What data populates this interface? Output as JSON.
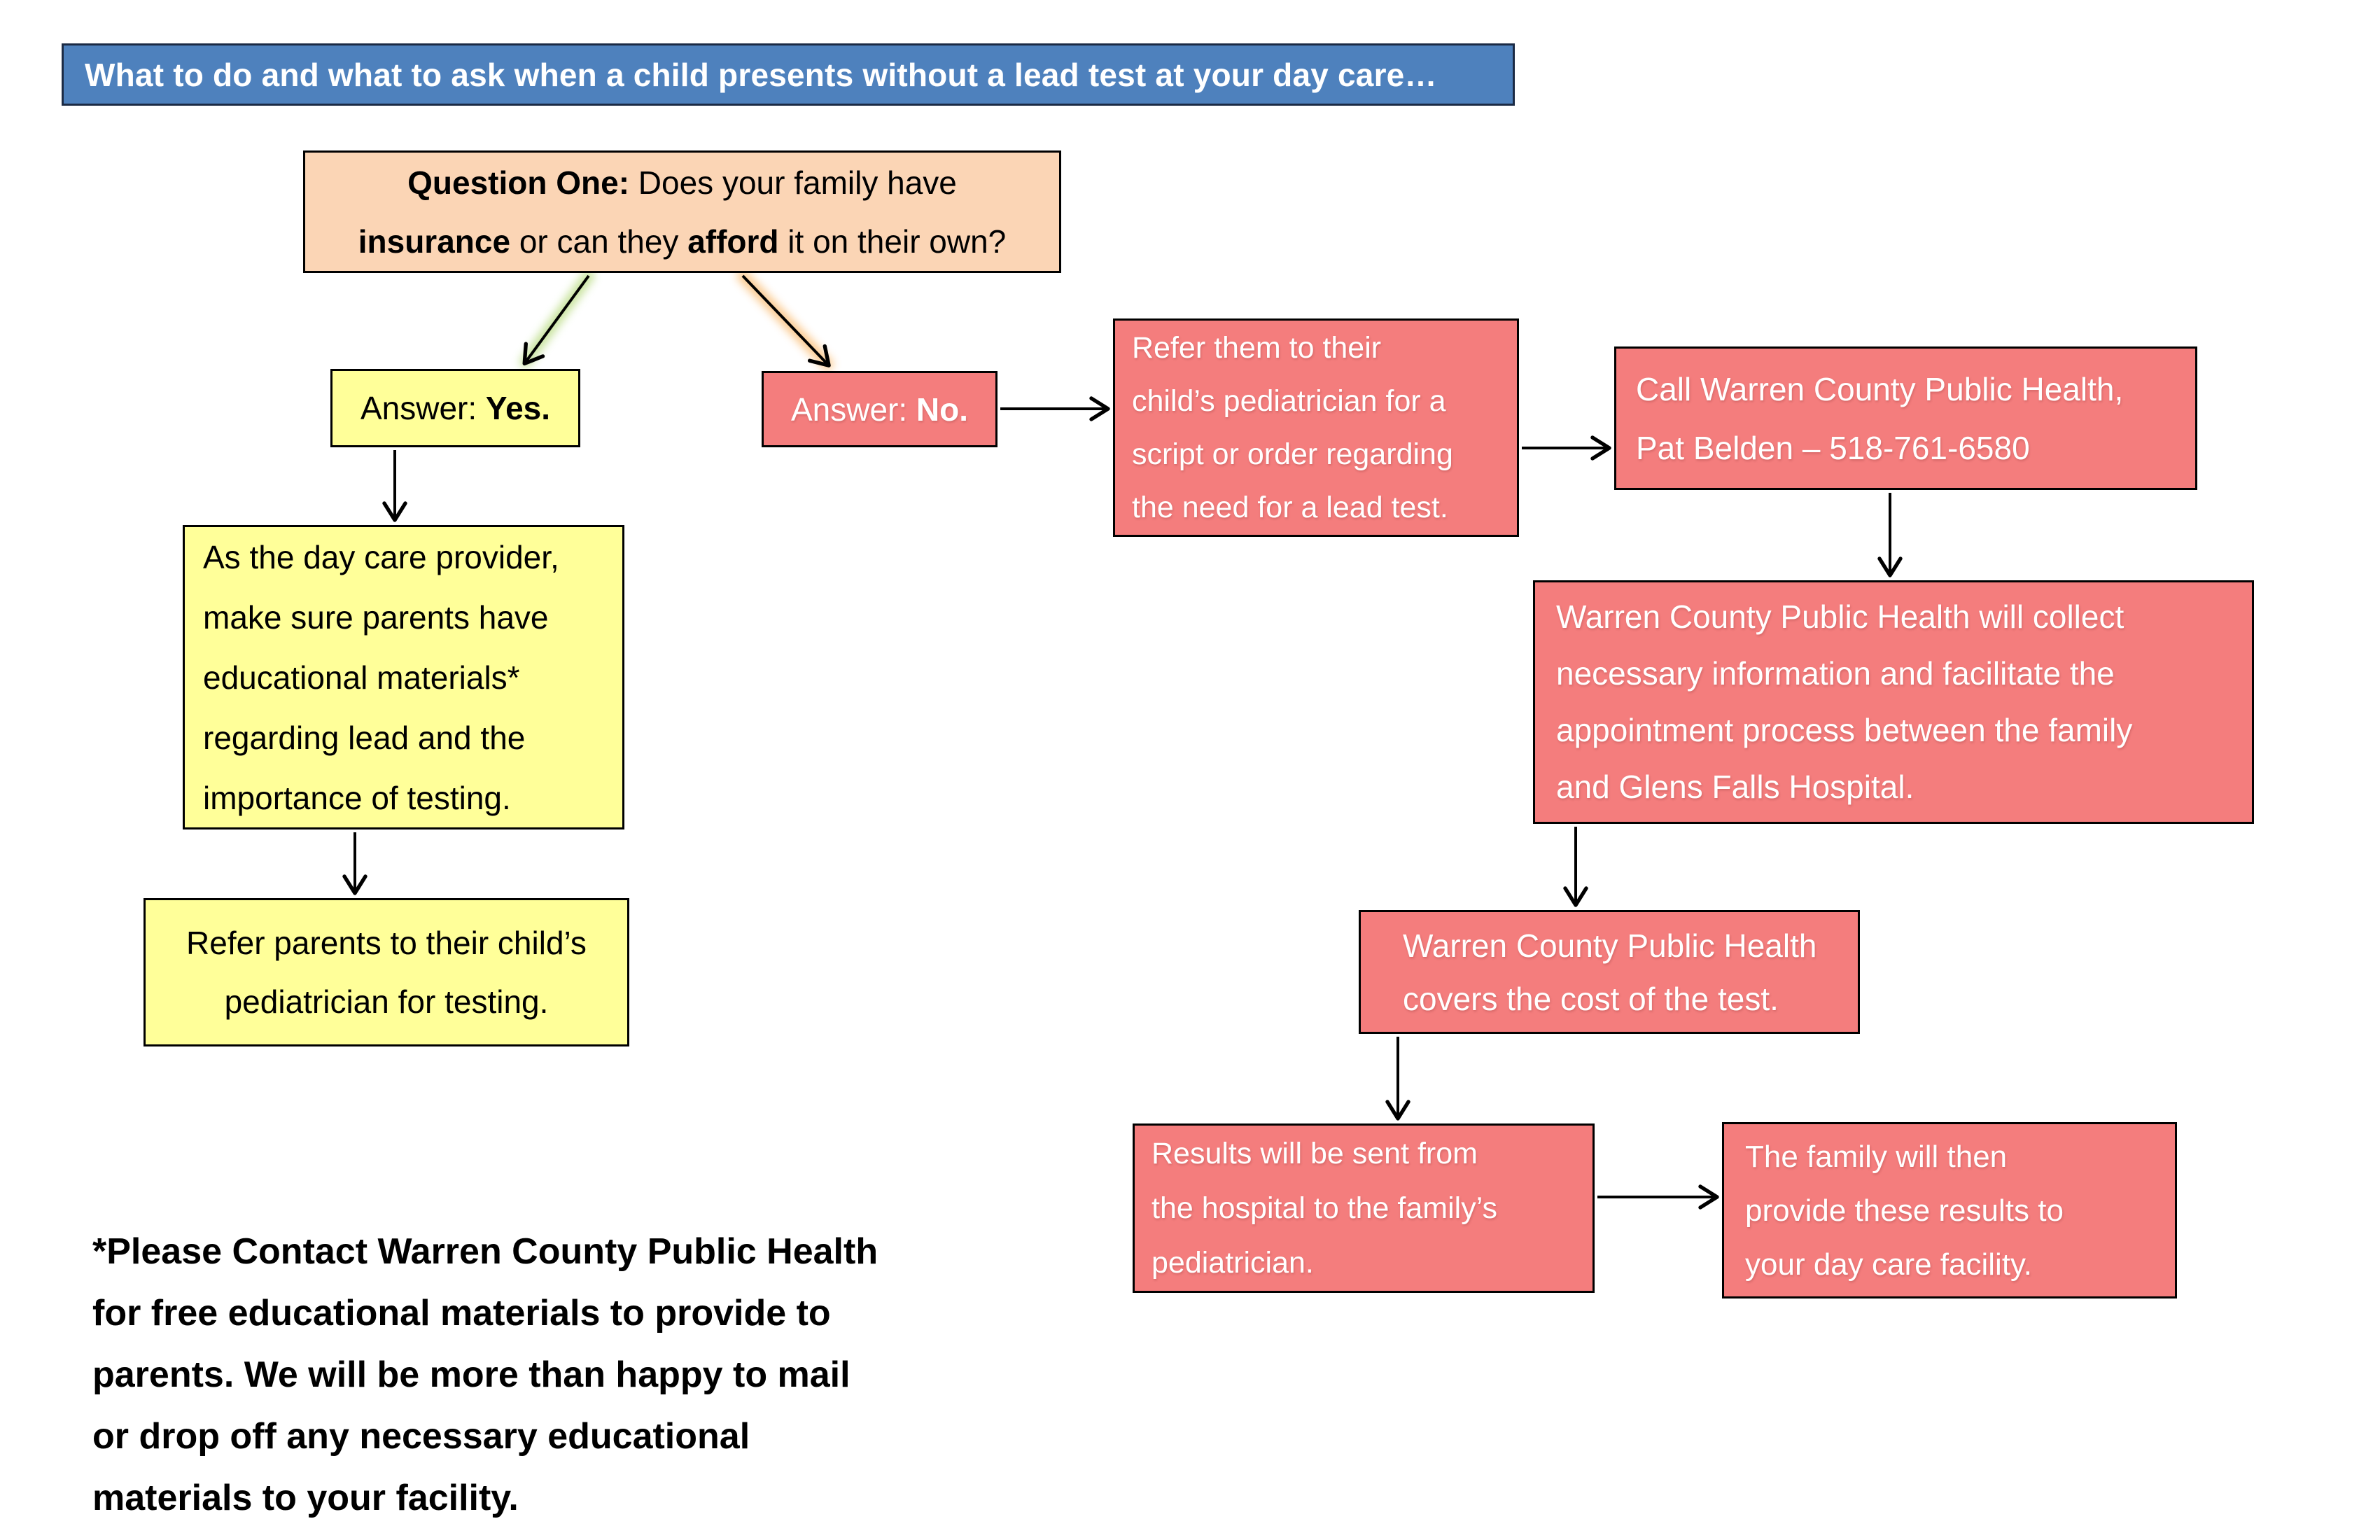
{
  "palette": {
    "title_bar_bg": "#4e81bd",
    "title_bar_border": "#1b2a44",
    "peach_bg": "#fbd5b5",
    "yellow_bg": "#ffff99",
    "salmon_bg": "#f47d7d",
    "box_border": "#000000",
    "text_dark": "#000000",
    "text_light": "#ffffff",
    "green_glow": "#c6e29a",
    "orange_glow": "#fbc88b",
    "arrow_color": "#000000"
  },
  "title": "What to do and what to ask when a child presents without a lead test at your day care…",
  "nodes": [
    {
      "id": "question-one",
      "style": "peach",
      "align": "center",
      "lines": [
        [
          {
            "t": "Question One: ",
            "b": true
          },
          {
            "t": "Does your family have",
            "b": false
          }
        ],
        [
          {
            "t": "insurance",
            "b": true
          },
          {
            "t": " or can they ",
            "b": false
          },
          {
            "t": "afford",
            "b": true
          },
          {
            "t": " it on their own?",
            "b": false
          }
        ]
      ]
    },
    {
      "id": "answer-yes",
      "style": "yellow",
      "align": "center",
      "lines": [
        [
          {
            "t": "Answer: ",
            "b": false
          },
          {
            "t": "Yes.",
            "b": true
          }
        ]
      ]
    },
    {
      "id": "answer-no",
      "style": "salmon",
      "align": "center",
      "lines": [
        [
          {
            "t": "Answer: ",
            "b": false
          },
          {
            "t": "No.",
            "b": true
          }
        ]
      ]
    },
    {
      "id": "refer-pediatrician-script",
      "style": "salmon",
      "align": "left",
      "lines": [
        "Refer them to their",
        "child’s pediatrician for a",
        "script or order regarding",
        "the need for a lead test."
      ]
    },
    {
      "id": "call-public-health",
      "style": "salmon",
      "align": "left",
      "lines": [
        "Call Warren County Public Health,",
        "Pat Belden – 518-761-6580"
      ]
    },
    {
      "id": "collect-info",
      "style": "salmon",
      "align": "left",
      "lines": [
        "Warren County Public Health will collect",
        "necessary information and facilitate the",
        "appointment process between the family",
        "and Glens Falls Hospital."
      ]
    },
    {
      "id": "covers-cost",
      "style": "salmon",
      "align": "left",
      "lines": [
        "Warren County Public Health",
        "covers the cost of the test."
      ]
    },
    {
      "id": "results-sent",
      "style": "salmon",
      "align": "left",
      "lines": [
        "Results will be sent from",
        "the hospital to the family’s",
        "pediatrician."
      ]
    },
    {
      "id": "family-provides-results",
      "style": "salmon",
      "align": "left",
      "lines": [
        "The family will then",
        "provide these results to",
        "your day care facility."
      ]
    },
    {
      "id": "daycare-provider-materials",
      "style": "yellow",
      "align": "left",
      "lines": [
        "As the day care provider,",
        "make sure parents have",
        "educational materials*",
        "regarding lead and the",
        "importance of testing."
      ]
    },
    {
      "id": "refer-parents-testing",
      "style": "yellow",
      "align": "center",
      "lines": [
        "Refer parents to their child’s",
        "pediatrician for testing."
      ]
    }
  ],
  "arrows": [
    {
      "id": "q1-to-yes",
      "color": "green"
    },
    {
      "id": "q1-to-no",
      "color": "orange"
    },
    {
      "id": "yes-to-daycare",
      "color": "green"
    },
    {
      "id": "daycare-to-refer-parents",
      "color": "green"
    },
    {
      "id": "no-to-refer-pediatrician",
      "color": "orange"
    },
    {
      "id": "refer-pediatrician-to-call",
      "color": "orange"
    },
    {
      "id": "call-to-collect",
      "color": "orange"
    },
    {
      "id": "collect-to-covers",
      "color": "orange"
    },
    {
      "id": "covers-to-results",
      "color": "orange"
    },
    {
      "id": "results-to-family",
      "color": "orange"
    }
  ],
  "footnote": {
    "lines": [
      "*Please Contact Warren County Public Health",
      "for free educational materials to provide to",
      "parents. We will be more than happy to mail",
      "or drop off any necessary educational",
      "materials to your facility."
    ]
  }
}
